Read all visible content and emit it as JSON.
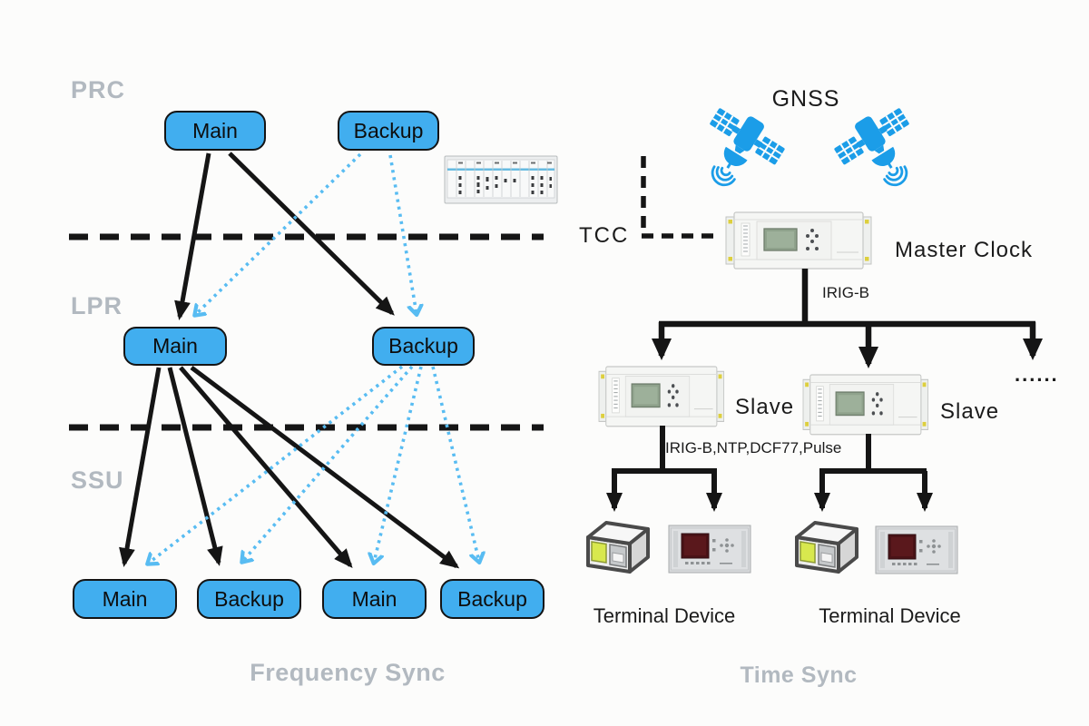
{
  "colors": {
    "node_fill": "#41AEEF",
    "line_black": "#151515",
    "backup_path_blue": "#58BCF2",
    "satellite_blue": "#1B9DE8",
    "layer_label_gray": "#B2B9C0"
  },
  "frequency_sync": {
    "caption": "Frequency Sync",
    "layer_labels": [
      "PRC",
      "LPR",
      "SSU"
    ],
    "nodes": {
      "prc_main": "Main",
      "prc_backup": "Backup",
      "lpr_main": "Main",
      "lpr_backup": "Backup",
      "ssu_main_1": "Main",
      "ssu_backup_1": "Backup",
      "ssu_main_2": "Main",
      "ssu_backup_2": "Backup"
    }
  },
  "time_sync": {
    "caption": "Time Sync",
    "gnss_label": "GNSS",
    "tcc_label": "TCC",
    "master_clock_label": "Master Clock",
    "master_link_label": "IRIG-B",
    "slave_labels": [
      "Slave",
      "Slave"
    ],
    "slave_link_label": "IRIG-B,NTP,DCF77,Pulse",
    "more_indicator": "......",
    "terminal_labels": [
      "Terminal Device",
      "Terminal Device"
    ]
  }
}
